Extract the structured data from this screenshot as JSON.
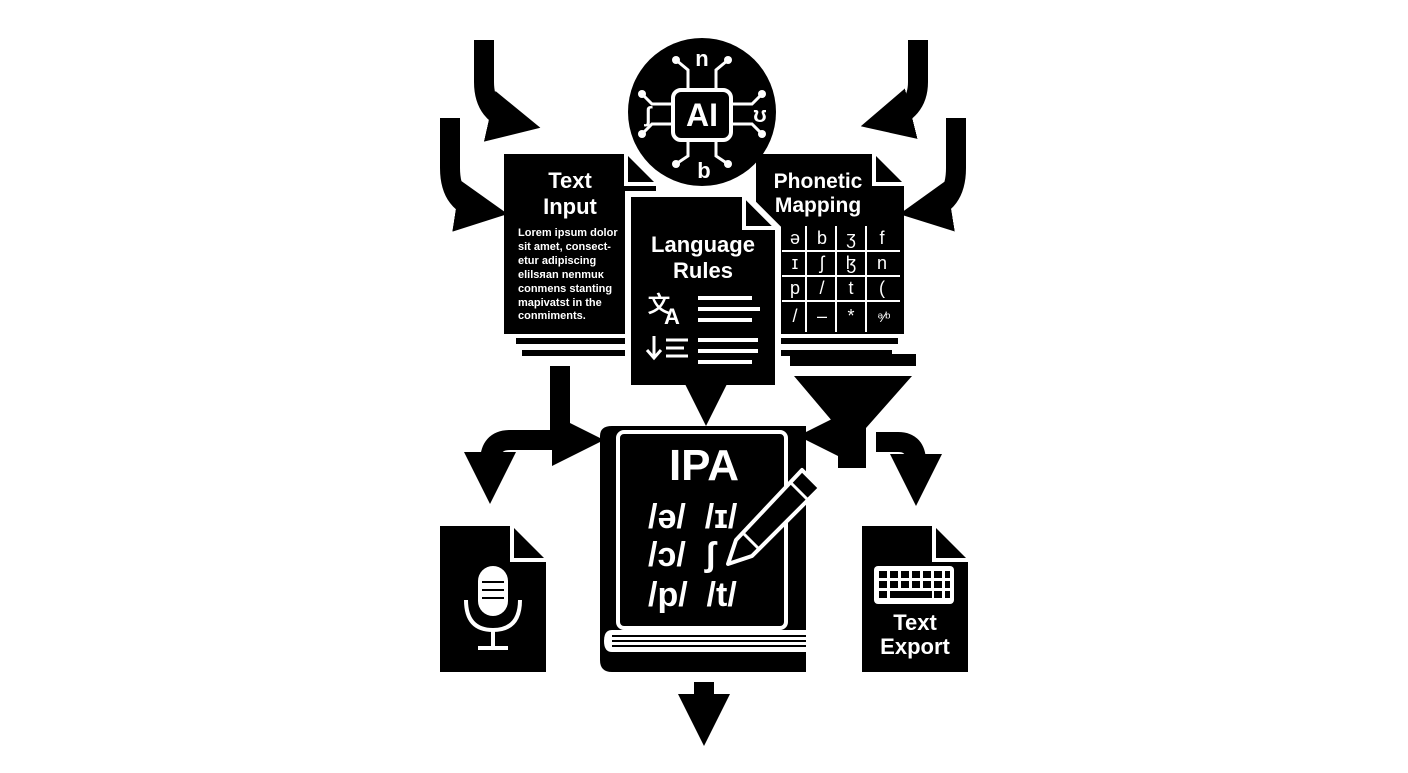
{
  "colors": {
    "ink": "#000000",
    "paper": "#ffffff"
  },
  "ai_chip": {
    "label": "AI",
    "glyph_top": "n",
    "glyph_left": "ʃ",
    "glyph_right": "ʊ",
    "glyph_bottom": "b"
  },
  "text_input": {
    "title_line1": "Text",
    "title_line2": "Input",
    "body_lines": [
      "Lorem ipsum dolor",
      "sit amet, consect-",
      "etur adipiscing",
      "elilsᴙan nenmuᴋ",
      "conmens stanting",
      "mapivatst in the",
      "conmiments."
    ]
  },
  "language_rules": {
    "title_line1": "Language",
    "title_line2": "Rules",
    "translate_icon": "translate-icon",
    "sort_icon": "sort-order-icon"
  },
  "phonetic_mapping": {
    "title_line1": "Phonetic",
    "title_line2": "Mapping",
    "grid": [
      [
        "ə",
        "b",
        "ʒ",
        "f"
      ],
      [
        "ɪ",
        "ʃ",
        "ɮ",
        "n"
      ],
      [
        "p",
        "/",
        "t",
        "("
      ],
      [
        "/",
        "–",
        "*",
        "ᵊ⁄ᵇ"
      ]
    ]
  },
  "ipa_book": {
    "title": "IPA",
    "lines": [
      "/ə/  /ɪ/",
      "/ɔ/  ʃ",
      "/p/  /t/"
    ],
    "pencil_icon": "pencil-icon"
  },
  "audio_file": {
    "icon": "microphone-icon"
  },
  "text_export": {
    "label_line1": "Text",
    "label_line2": "Export",
    "icon": "keyboard-icon"
  },
  "filter": {
    "icon": "funnel-icon"
  }
}
